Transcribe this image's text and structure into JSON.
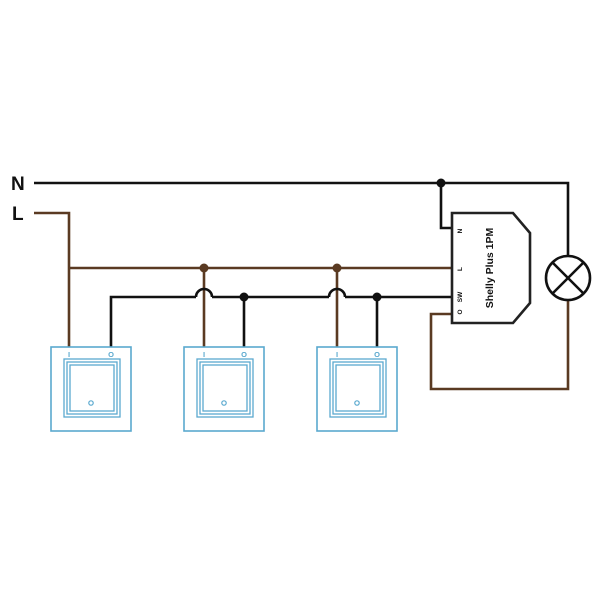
{
  "colors": {
    "neutral": "#111111",
    "live": "#5a3a22",
    "switch_frame": "#5aa9cf",
    "device_border": "#222222"
  },
  "labels": {
    "neutral": "N",
    "live": "L"
  },
  "device": {
    "name": "Shelly Plus 1PM",
    "terminal_n": "N",
    "terminal_l": "L",
    "terminal_sw": "SW",
    "terminal_o": "O"
  },
  "switches": [
    {
      "terminal_in": "I",
      "terminal_out": "O"
    },
    {
      "terminal_in": "I",
      "terminal_out": "O"
    },
    {
      "terminal_in": "I",
      "terminal_out": "O"
    }
  ],
  "lamp": {
    "icon": "lamp-icon"
  }
}
